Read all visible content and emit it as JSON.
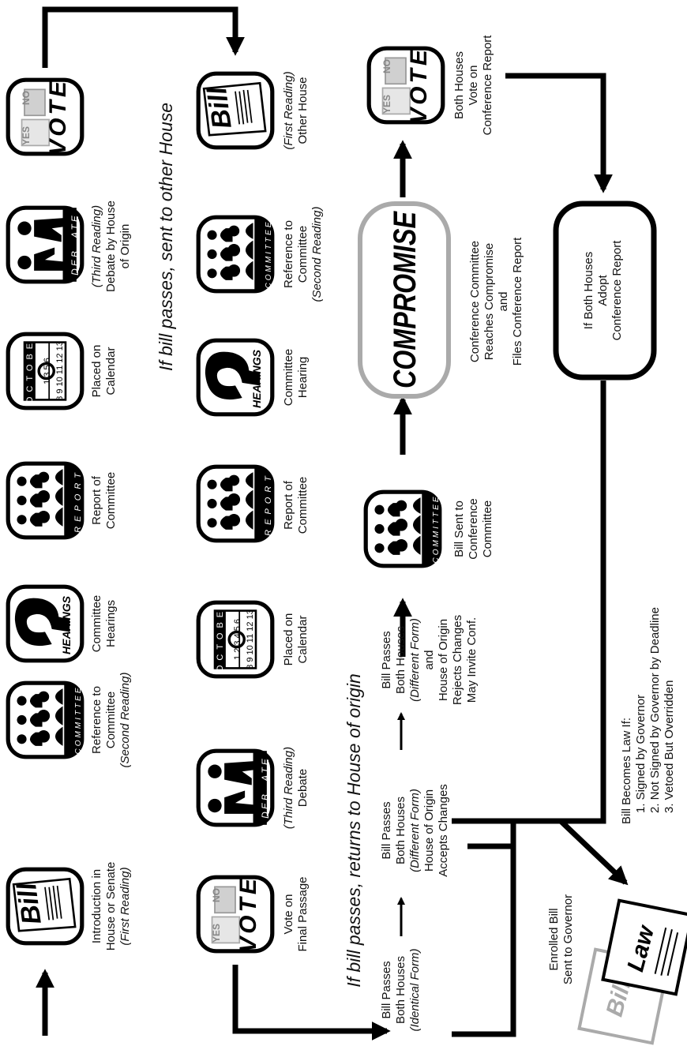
{
  "banners": {
    "top": "If bill passes, sent to other House",
    "bottom": "If bill passes, returns to House of origin"
  },
  "icon_words": {
    "bill": "Bill",
    "law": "Law",
    "committee": "COMMITTEE",
    "report": "REPORT",
    "hearings": "HEARINGS",
    "debate_left": "DEB",
    "debate_right": "ATE",
    "vote": "VOTE",
    "yes": "YES",
    "no": "NO",
    "compromise": "COMPROMISE",
    "calendar_month": "OCTOBE",
    "calendar_row1": "1 2 3 4 5 6",
    "calendar_row2": "8 9 10 11 12 13",
    "calendar2_row1": "1  3  5  6"
  },
  "steps": {
    "introduction": [
      "Introduction in",
      "House or Senate"
    ],
    "introduction_note": "(First Reading)",
    "reference1": [
      "Reference to",
      "Committee"
    ],
    "reference1_note": "(Second Reading)",
    "hearings1": [
      "Committee",
      "Hearings"
    ],
    "report1": [
      "Report of",
      "Committee"
    ],
    "calendar1": [
      "Placed on",
      "Calendar"
    ],
    "debate1_note": "(Third Reading)",
    "debate1": [
      "Debate by House",
      "of Origin"
    ],
    "vote_final": [
      "Vote on",
      "Final Passage"
    ],
    "debate2_note": "(Third Reading)",
    "debate2": "Debate",
    "calendar2": [
      "Placed on",
      "Calendar"
    ],
    "report2": [
      "Report of",
      "Committee"
    ],
    "hearing2": [
      "Committee",
      "Hearing"
    ],
    "reference2": [
      "Reference to",
      "Committee"
    ],
    "reference2_note": "(Second Reading)",
    "first_other_note": "(First Reading)",
    "first_other": "Other House",
    "identical": [
      "Bill Passes",
      "Both Houses"
    ],
    "identical_note": "(Identical Form)",
    "accepts": [
      "Bill Passes",
      "Both Houses"
    ],
    "accepts_note": "(Different Form)",
    "accepts_tail": [
      "House of Origin",
      "Accepts Changes"
    ],
    "rejects": [
      "Bill Passes",
      "Both Houses"
    ],
    "rejects_note": "(Different Form)",
    "rejects_tail": [
      "and",
      "House of Origin",
      "Rejects Changes",
      "May Invite Conf."
    ],
    "sent_conf": [
      "Bill Sent to",
      "Conference",
      "Committee"
    ],
    "conf_reaches": [
      "Conference Committee",
      "Reaches Compromise",
      "and",
      "Files Conference Report"
    ],
    "both_vote": [
      "Both Houses",
      "Vote on",
      "Conference Report"
    ],
    "adopt": [
      "If Both Houses",
      "Adopt",
      "Conference Report"
    ],
    "enrolled": [
      "Enrolled Bill",
      "Sent to Governor"
    ],
    "law_if": [
      "Bill Becomes Law If:",
      "1. Signed by Governor",
      "2. Not Signed by Governor by Deadline",
      "3. Vetoed But Overridden"
    ]
  }
}
